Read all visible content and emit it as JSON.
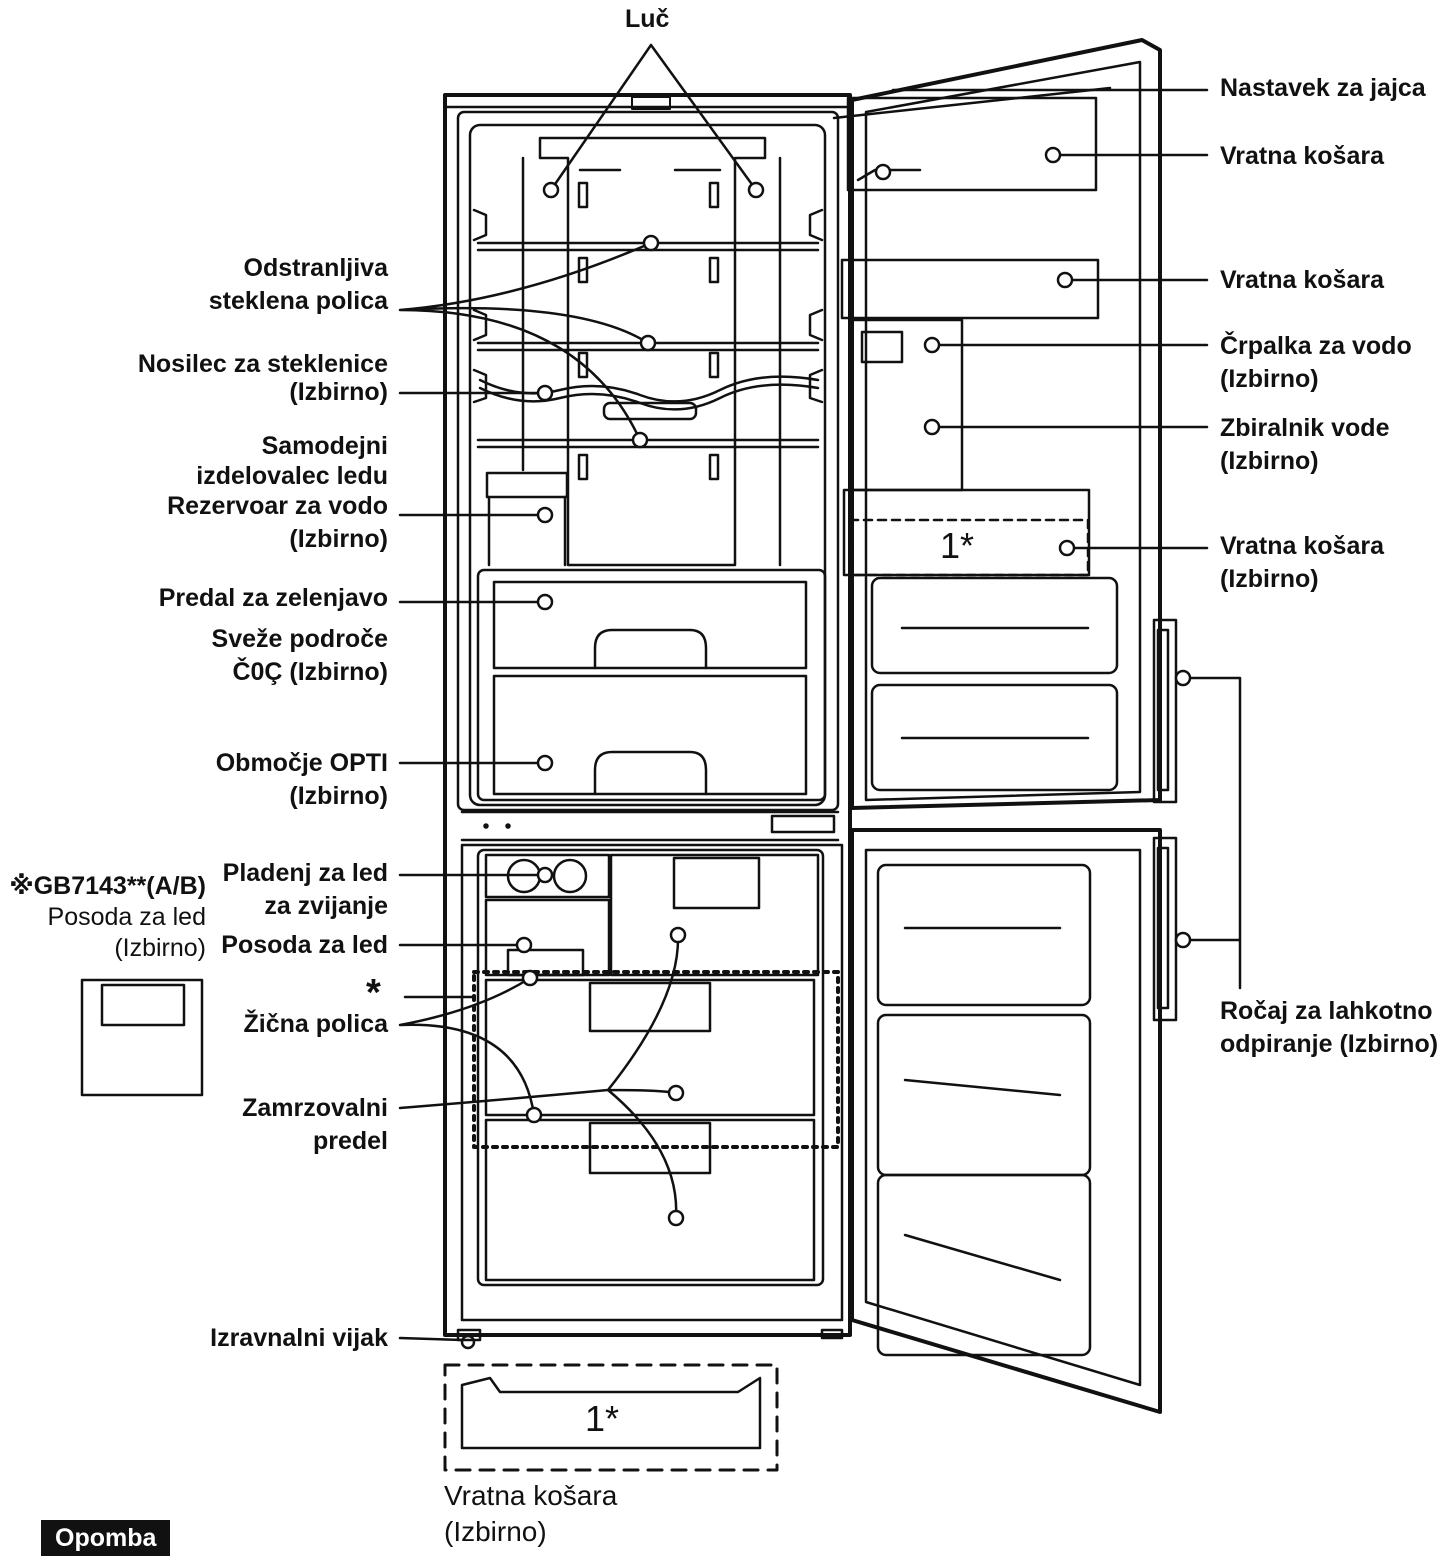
{
  "labels": {
    "luc": "Luč",
    "egg_holder": "Nastavek za jajca",
    "door_basket_1": "Vratna košara",
    "door_basket_2": "Vratna košara",
    "water_pump": "Črpalka za vodo",
    "water_pump_opt": "(Izbirno)",
    "water_tank_door": "Zbiralnik vode",
    "water_tank_door_opt": "(Izbirno)",
    "door_basket_3": "Vratna košara",
    "door_basket_3_opt": "(Izbirno)",
    "handle": "Ročaj za lahkotno",
    "handle_2": "odpiranje (Izbirno)",
    "glass_shelf_1": "Odstranljiva",
    "glass_shelf_2": "steklena polica",
    "bottle_holder": "Nosilec za steklenice",
    "bottle_holder_opt": "(Izbirno)",
    "icemaker_1": "Samodejni",
    "icemaker_2": "izdelovalec ledu",
    "water_reservoir": "Rezervoar za vodo",
    "water_reservoir_opt": "(Izbirno)",
    "vegetable_drawer": "Predal za zelenjavo",
    "fresh_zone_1": "Sveže področe",
    "fresh_zone_2": "Č0Ç (Izbirno)",
    "opti_zone": "Območje OPTI",
    "opti_zone_opt": "(Izbirno)",
    "model_note": "※GB7143**(A/B)",
    "ice_bin_side": "Posoda za led",
    "ice_bin_side_opt": "(Izbirno)",
    "ice_tray_1": "Pladenj za led",
    "ice_tray_2": "za zvijanje",
    "ice_bin": "Posoda za led",
    "star": "*",
    "wire_shelf": "Žična polica",
    "freezer_1": "Zamrzovalni",
    "freezer_2": "predel",
    "leveling_screw": "Izravnalni vijak",
    "bottom_basket": "Vratna košara",
    "bottom_basket_opt": "(Izbirno)",
    "mark_1": "1*",
    "mark_2": "1*",
    "note": "Opomba"
  },
  "colors": {
    "line": "#111111",
    "background": "#ffffff"
  }
}
